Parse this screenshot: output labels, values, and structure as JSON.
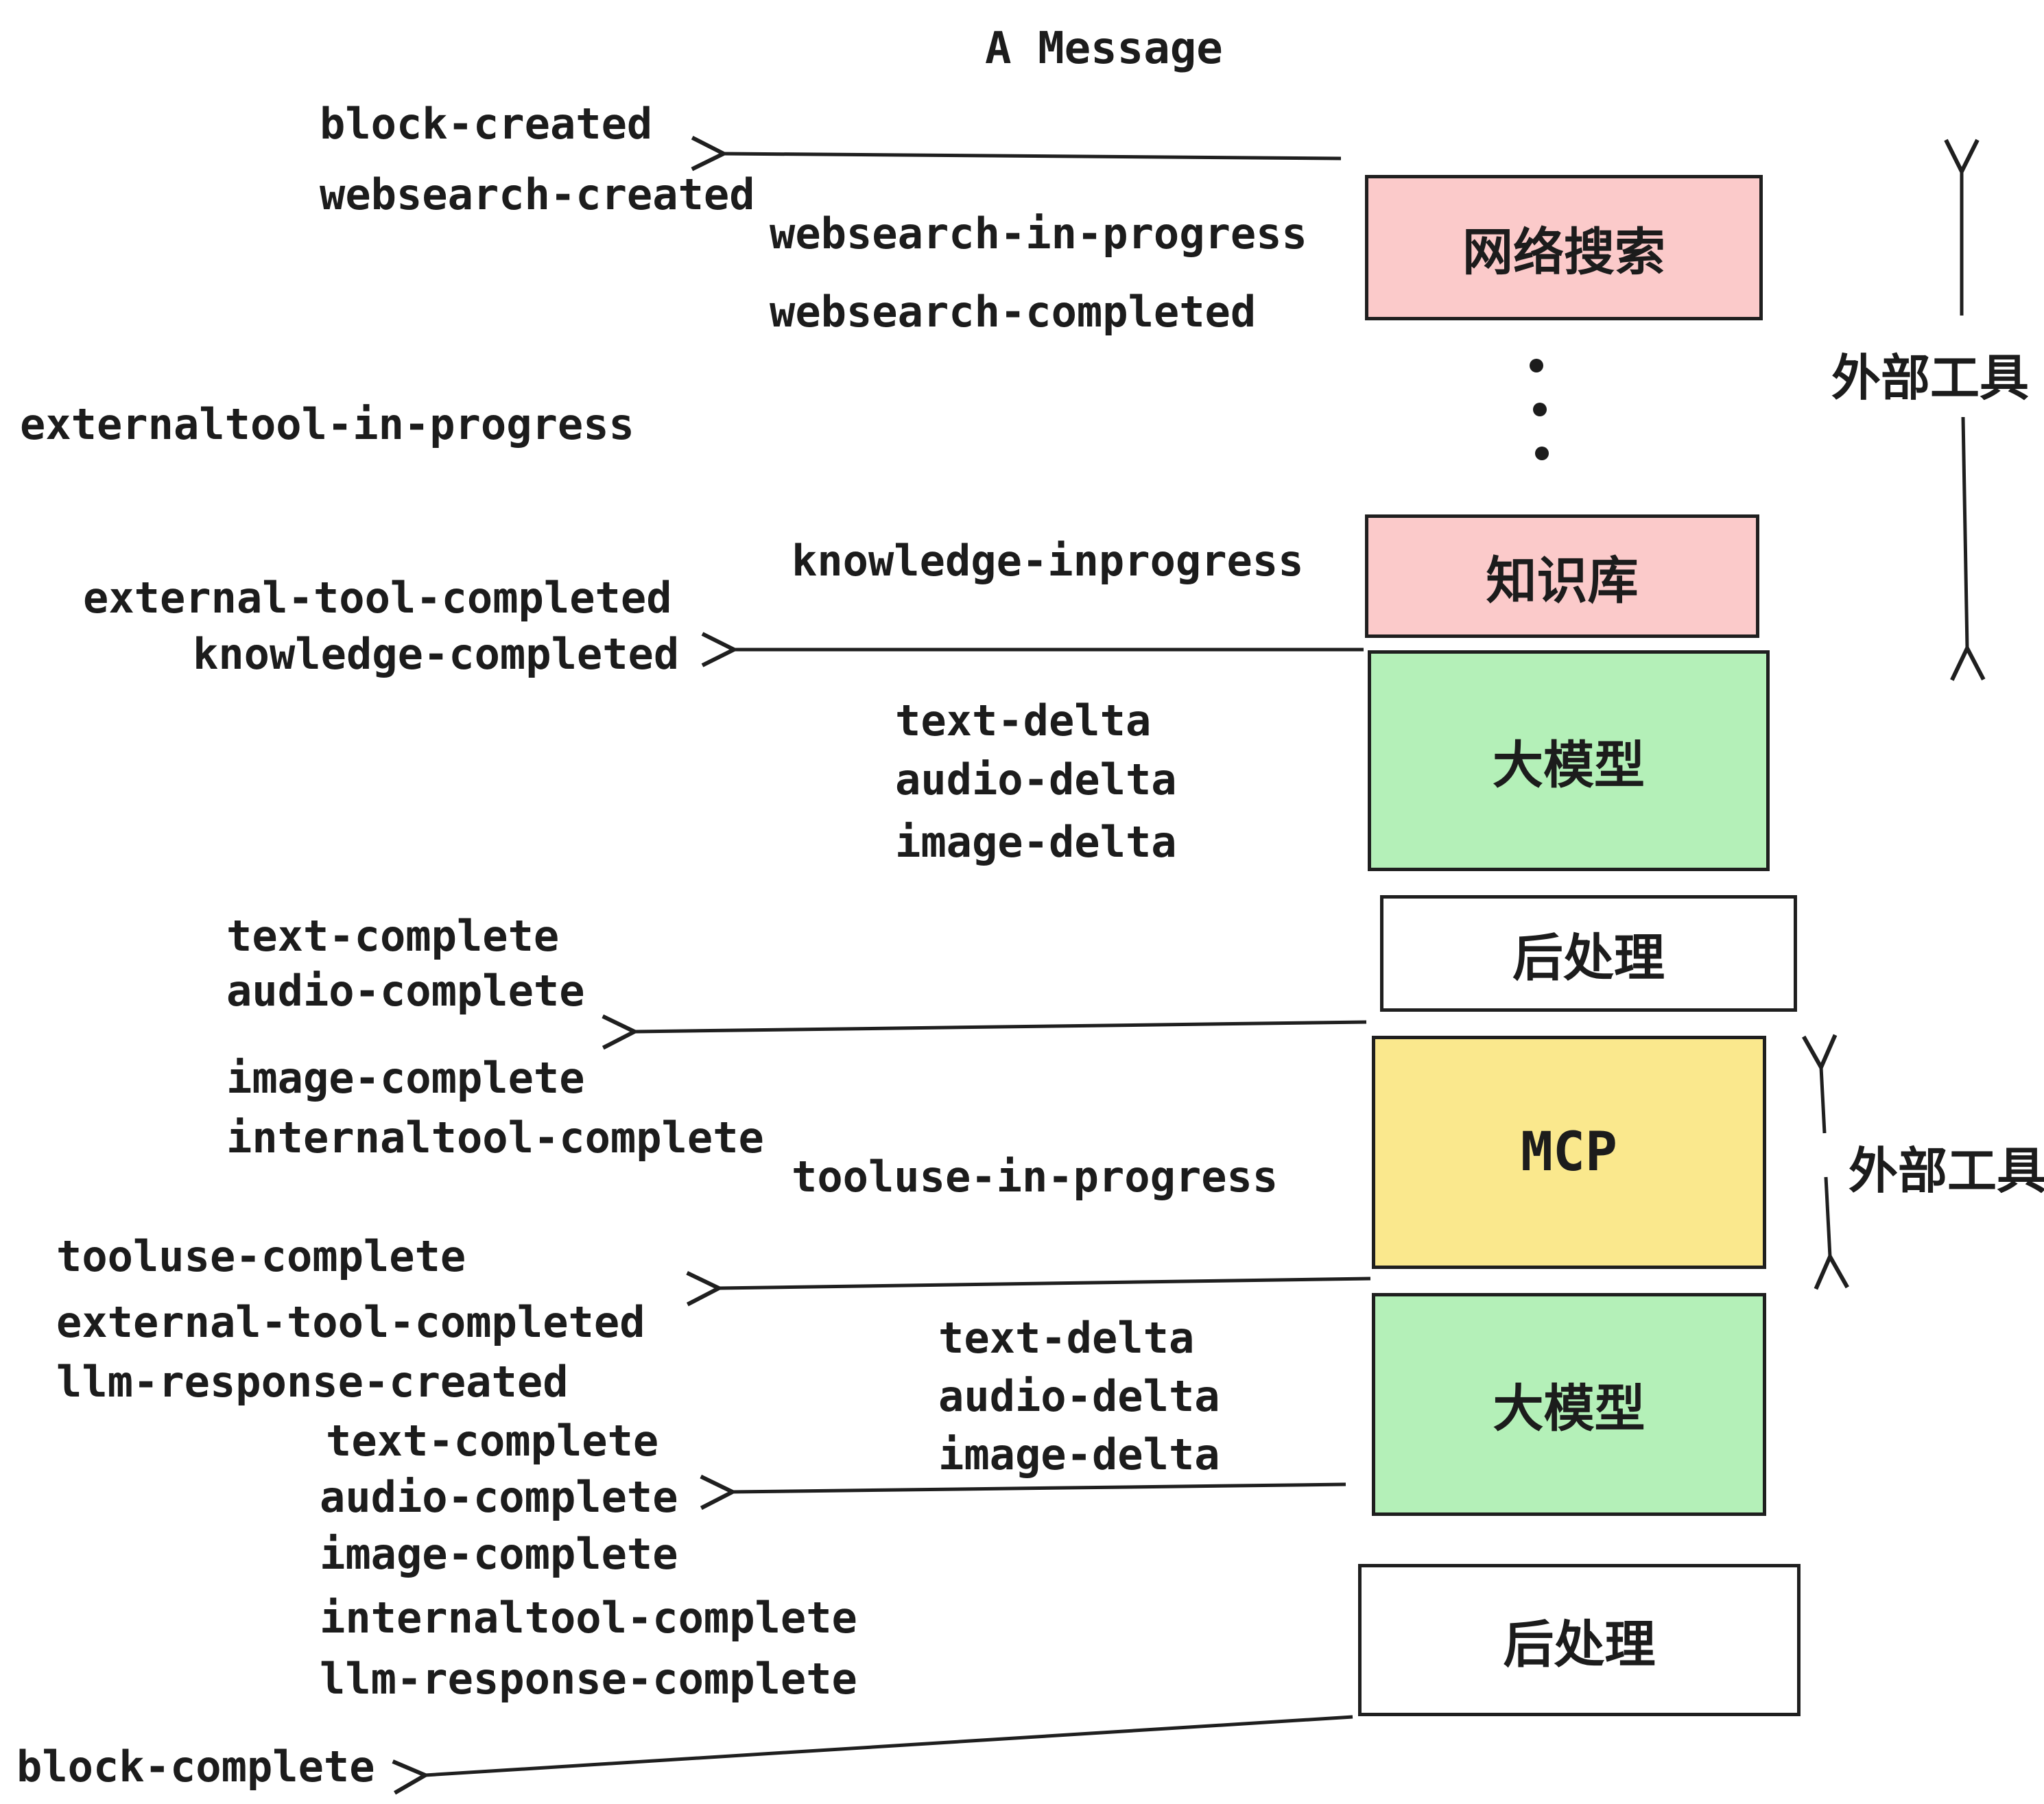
{
  "title": "A Message",
  "colors": {
    "background": "#ffffff",
    "pink": "#fbcaca",
    "green": "#b4f0b8",
    "yellow": "#fae88d",
    "white_box": "#ffffff",
    "line": "#1f1f1f",
    "text": "#1c1c1c"
  },
  "boxes": {
    "websearch": {
      "label": "网络搜索"
    },
    "knowledge": {
      "label": "知识库"
    },
    "llm1": {
      "label": "大模型"
    },
    "postprocess1": {
      "label": "后处理"
    },
    "mcp": {
      "label": "MCP"
    },
    "llm2": {
      "label": "大模型"
    },
    "postprocess2": {
      "label": "后处理"
    }
  },
  "side_labels": {
    "external_tools_top": "外部工具",
    "external_tools_bottom": "外部工具"
  },
  "events": {
    "block_created": "block-created",
    "websearch_created": "websearch-created",
    "websearch_in_progress": "websearch-in-progress",
    "websearch_completed": "websearch-completed",
    "externaltool_in_progress": "externaltool-in-progress",
    "knowledge_inprogress": "knowledge-inprogress",
    "external_tool_completed_1": "external-tool-completed",
    "knowledge_completed": "knowledge-completed",
    "text_delta_1": "text-delta",
    "audio_delta_1": "audio-delta",
    "image_delta_1": "image-delta",
    "text_complete_1": "text-complete",
    "audio_complete_1": "audio-complete",
    "image_complete_1": "image-complete",
    "internaltool_complete_1": "internaltool-complete",
    "tooluse_in_progress": "tooluse-in-progress",
    "tooluse_complete": "tooluse-complete",
    "external_tool_completed_2": "external-tool-completed",
    "llm_response_created": "llm-response-created",
    "text_delta_2": "text-delta",
    "audio_delta_2": "audio-delta",
    "image_delta_2": "image-delta",
    "text_complete_2": "text-complete",
    "audio_complete_2": "audio-complete",
    "image_complete_2": "image-complete",
    "internaltool_complete_2": "internaltool-complete",
    "llm_response_complete": "llm-response-complete",
    "block_complete": "block-complete"
  }
}
